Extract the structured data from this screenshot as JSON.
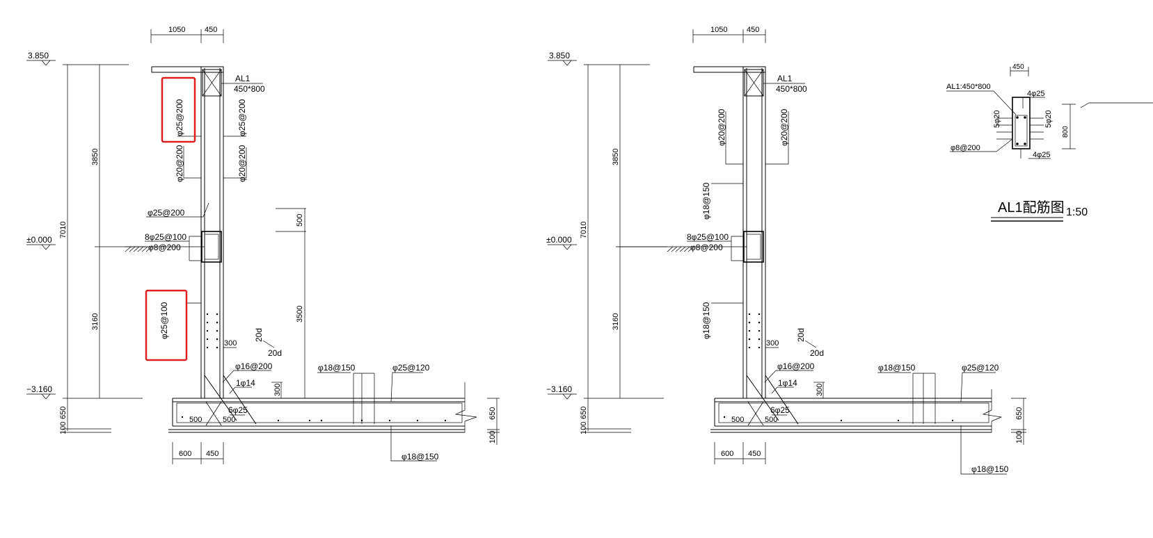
{
  "highlight_color": "#e02020",
  "left_section": {
    "dim_top_a": "1050",
    "dim_top_b": "450",
    "elev_top": "3.850",
    "elev_mid": "±0.000",
    "elev_bottom": "−3.160",
    "dim_3850": "3850",
    "dim_7010": "7010",
    "dim_3160": "3160",
    "dim_650": "650",
    "dim_100": "100",
    "beam_name": "AL1",
    "beam_size": "450*800",
    "rebar_outer_upper": "φ25@200",
    "rebar_inner_upper": "φ25@200",
    "rebar_outer_mid": "φ20@200",
    "rebar_inner_mid": "φ20@200",
    "rebar_lap": "φ25@200",
    "beam_bars": "8φ25@100",
    "beam_stirrup": "φ8@200",
    "rebar_outer_lower": "φ25@100",
    "dim_500": "500",
    "dim_3500": "3500",
    "dim_300a": "300",
    "anchor_20d_a": "20d",
    "anchor_20d_b": "20d",
    "rebar_haunch": "φ16@200",
    "bar_1": "1φ14",
    "dim_300b": "300",
    "bar_6": "6φ25",
    "slab_top_a": "φ18@150",
    "slab_top_b": "φ25@120",
    "slab_bottom": "φ18@150",
    "dim_500b": "500",
    "dim_500c": "500",
    "dim_600": "600",
    "dim_450b": "450",
    "dim_650b": "650",
    "dim_100b": "100"
  },
  "right_section": {
    "dim_top_a": "1050",
    "dim_top_b": "450",
    "elev_top": "3.850",
    "elev_mid": "±0.000",
    "elev_bottom": "−3.160",
    "dim_3850": "3850",
    "dim_7010": "7010",
    "dim_3160": "3160",
    "dim_650": "650",
    "dim_100": "100",
    "beam_name": "AL1",
    "beam_size": "450*800",
    "rebar_outer_upper": "φ20@200",
    "rebar_inner_upper": "φ20@200",
    "rebar_outer_mid": "φ18@150",
    "rebar_outer_lower": "φ18@150",
    "beam_bars": "8φ25@100",
    "beam_stirrup": "φ8@200",
    "dim_300a": "300",
    "anchor_20d_a": "20d",
    "anchor_20d_b": "20d",
    "rebar_haunch": "φ16@200",
    "bar_1": "1φ14",
    "dim_300b": "300",
    "bar_6": "6φ25",
    "slab_top_a": "φ18@150",
    "slab_top_b": "φ25@120",
    "slab_bottom": "φ18@150",
    "dim_500b": "500",
    "dim_500c": "500",
    "dim_600": "600",
    "dim_450b": "450",
    "dim_650b": "650",
    "dim_100b": "100"
  },
  "beam_detail": {
    "dim_width": "450",
    "label": "AL1:450*800",
    "top_bars": "4φ25",
    "side_left": "5φ20",
    "side_right": "5φ20",
    "height": "800",
    "stirrup": "φ8@200",
    "bottom_bars": "4φ25",
    "title": "AL1配筋图",
    "scale": "1:50"
  }
}
